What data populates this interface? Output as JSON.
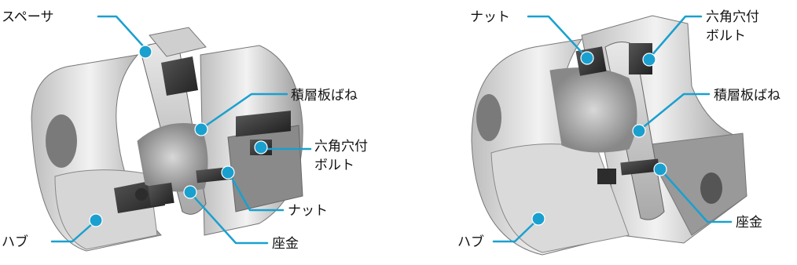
{
  "left_figure": {
    "labels": {
      "spacer": "スペーサ",
      "disc_spring": "積層板ばね",
      "bolt_line1": "六角穴付",
      "bolt_line2": "ボルト",
      "nut": "ナット",
      "washer": "座金",
      "hub": "ハブ"
    }
  },
  "right_figure": {
    "labels": {
      "nut": "ナット",
      "bolt_line1": "六角穴付",
      "bolt_line2": "ボルト",
      "disc_spring": "積層板ばね",
      "washer": "座金",
      "hub": "ハブ"
    }
  },
  "colors": {
    "leader": "#1aa0cf",
    "metal_dark": "#3a3a3a",
    "metal_light": "#c8c8c8"
  }
}
